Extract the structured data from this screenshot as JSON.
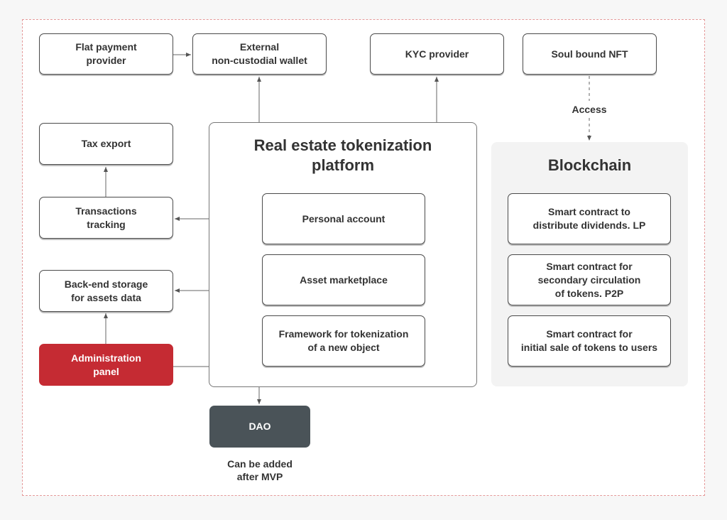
{
  "external": {
    "fiat_payment": "Flat payment\nprovider",
    "wallet": "External\nnon-custodial wallet",
    "kyc": "KYC provider",
    "soulbound": "Soul bound NFT"
  },
  "left": {
    "tax_export": "Tax export",
    "transactions": "Transactions\ntracking",
    "backend": "Back-end storage\nfor assets data",
    "admin": "Administration\npanel"
  },
  "platform": {
    "title": "Real estate tokenization\nplatform",
    "personal_account": "Personal account",
    "marketplace": "Asset marketplace",
    "framework": "Framework for tokenization\nof a new object"
  },
  "blockchain": {
    "title": "Blockchain",
    "access_label": "Access",
    "contract_dividends": "Smart contract to\ndistribute dividends. LP",
    "contract_secondary": "Smart contract for\nsecondary circulation\nof tokens. P2P",
    "contract_initial": "Smart contract for\ninitial sale of tokens to users"
  },
  "dao": {
    "label": "DAO",
    "note": "Can be added\nafter MVP"
  },
  "colors": {
    "accent_red": "#c52b33",
    "dark": "#4a5358",
    "border": "#4a4a4a"
  }
}
